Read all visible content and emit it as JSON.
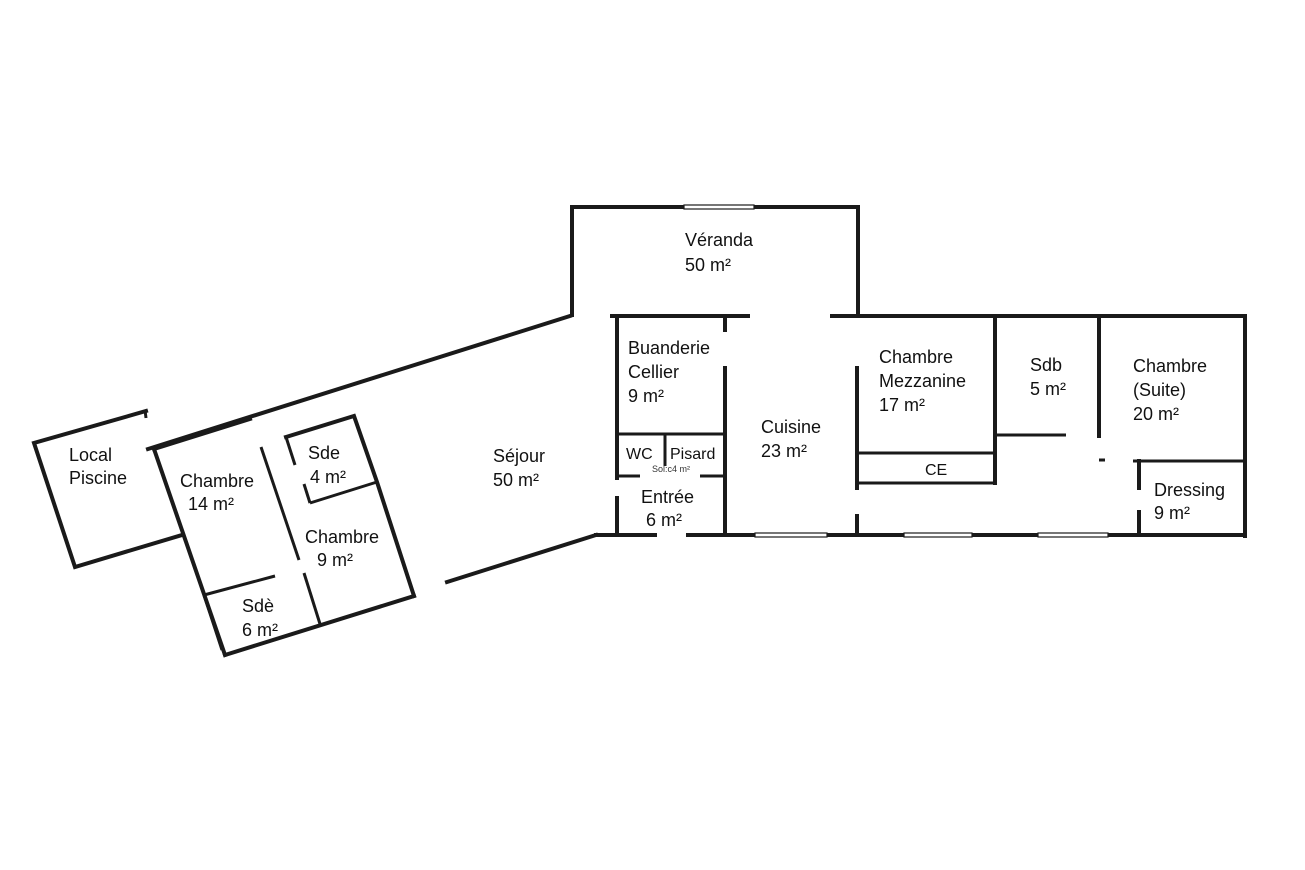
{
  "rooms": {
    "veranda": {
      "name": "Véranda",
      "area": "50 m²"
    },
    "buanderie": {
      "line1": "Buanderie",
      "line2": "Cellier",
      "area": "9 m²"
    },
    "wc": {
      "name": "WC"
    },
    "pisard": {
      "name": "Pisard"
    },
    "entree_note": {
      "text": "Sol:c4 m²"
    },
    "entree": {
      "name": "Entrée",
      "area": "6 m²"
    },
    "cuisine": {
      "name": "Cuisine",
      "area": "23 m²"
    },
    "sejour": {
      "name": "Séjour",
      "area": "50 m²"
    },
    "chambre_mezz": {
      "line1": "Chambre",
      "line2": "Mezzanine",
      "area": "17 m²"
    },
    "ce": {
      "name": "CE"
    },
    "sdb": {
      "name": "Sdb",
      "area": "5 m²"
    },
    "chambre_suite": {
      "line1": "Chambre",
      "line2": "(Suite)",
      "area": "20 m²"
    },
    "dressing": {
      "name": "Dressing",
      "area": "9 m²"
    },
    "local_piscine": {
      "line1": "Local",
      "line2": "Piscine"
    },
    "chambre_14": {
      "name": "Chambre",
      "area": "14 m²"
    },
    "sde_4": {
      "name": "Sde",
      "area": "4 m²"
    },
    "chambre_9": {
      "name": "Chambre",
      "area": "9 m²"
    },
    "sde_6": {
      "name": "Sdè",
      "area": "6 m²"
    }
  }
}
